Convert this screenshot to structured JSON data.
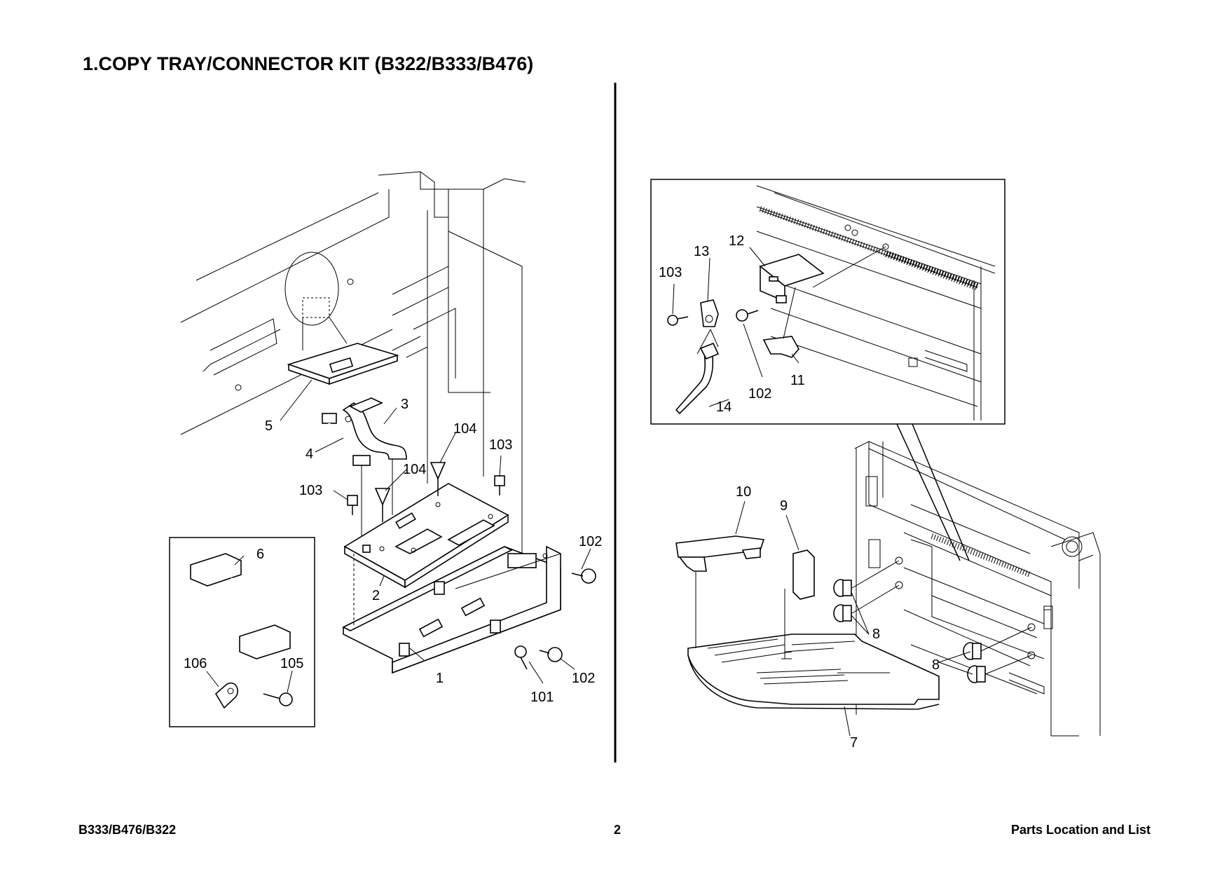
{
  "page": {
    "title": "1.COPY TRAY/CONNECTOR KIT (B322/B333/B476)",
    "footer_left": "B333/B476/B322",
    "footer_page": "2",
    "footer_right": "Parts Location and List"
  },
  "callouts": {
    "left": [
      "1",
      "2",
      "3",
      "4",
      "5",
      "6",
      "101",
      "102",
      "102",
      "103",
      "103",
      "104",
      "104",
      "105",
      "106"
    ],
    "right": [
      "7",
      "8",
      "8",
      "9",
      "10",
      "11",
      "12",
      "13",
      "14",
      "102",
      "103"
    ]
  }
}
